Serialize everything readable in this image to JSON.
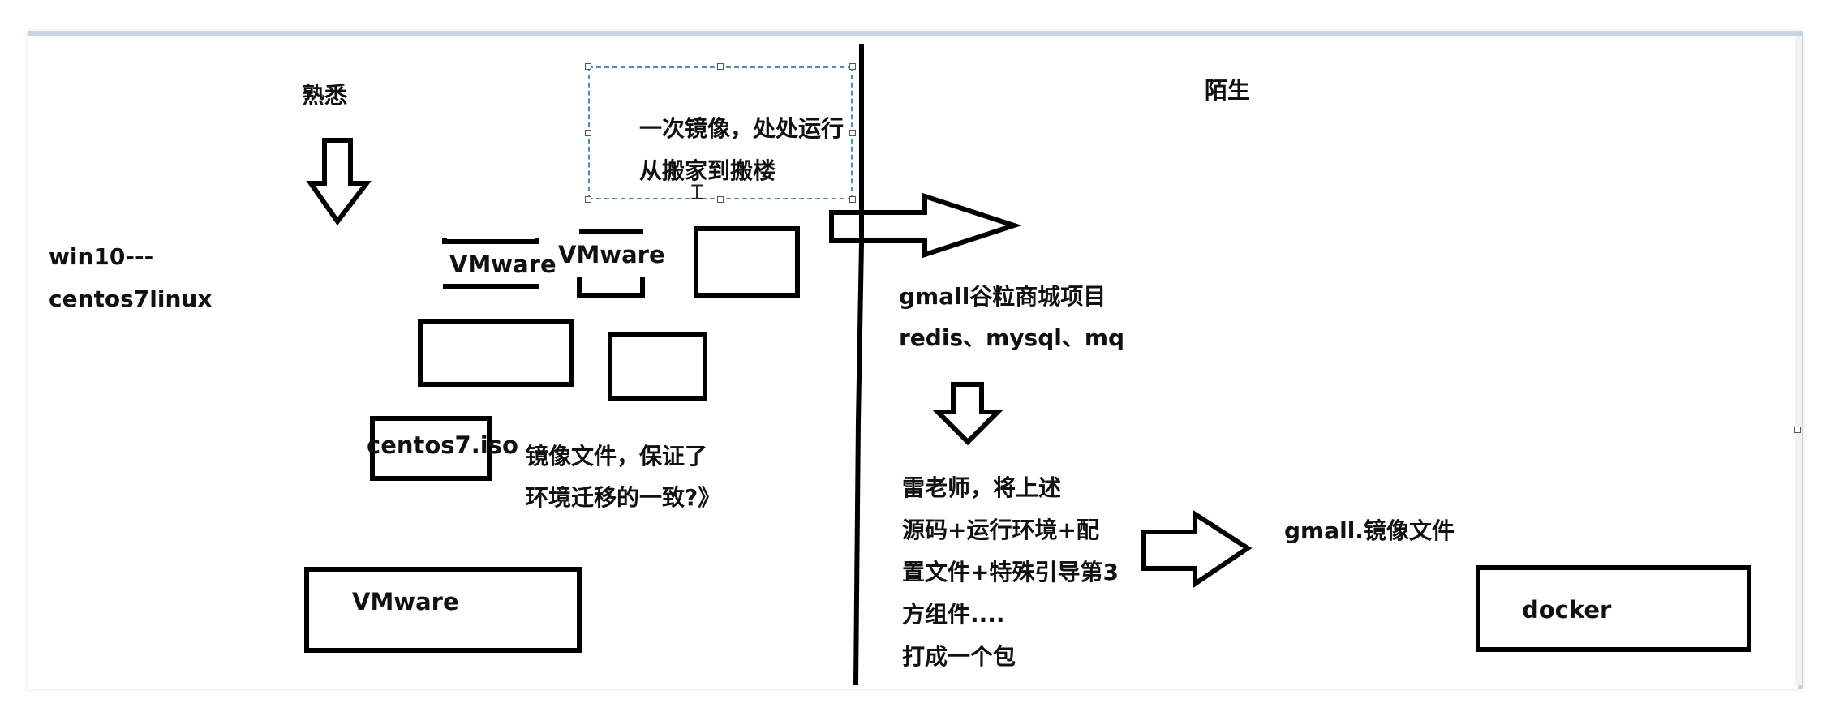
{
  "left": {
    "familiar": "熟悉",
    "win10": "win10---",
    "centos_linux": "centos7linux",
    "vmware_a": "VMware",
    "vmware_b": "VMware",
    "iso": "centos7.iso",
    "mirror_line1": "镜像文件，保证了",
    "mirror_line2": "环境迁移的一致?》",
    "vmware_bottom": "VMware"
  },
  "callout": {
    "line1": "一次镜像，处处运行",
    "line2": "从搬家到搬楼"
  },
  "right": {
    "strange": "陌生",
    "gmall_line1": "gmall谷粒商城项目",
    "gmall_line2": "redis、mysql、mq",
    "teacher_lines": [
      "雷老师，将上述",
      "源码+运行环境+配",
      "置文件+特殊引导第3",
      "方组件....",
      "打成一个包"
    ],
    "gmall_image": "gmall.镜像文件",
    "docker": "docker"
  },
  "colors": {
    "ink": "#000000",
    "selection": "#4f8ec0",
    "frame": "#c7d3e6"
  }
}
